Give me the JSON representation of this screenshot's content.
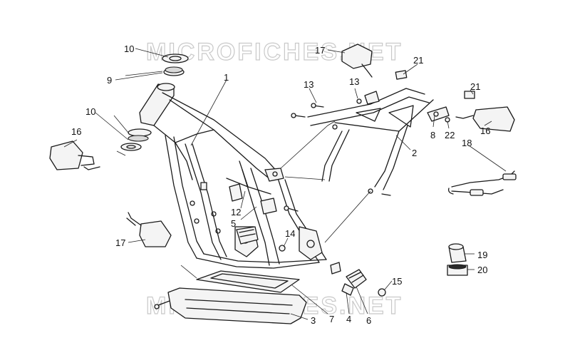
{
  "watermark": "MICROFICHES.NET",
  "callouts": [
    {
      "id": "c10a",
      "label": "10"
    },
    {
      "id": "c9",
      "label": "9"
    },
    {
      "id": "c10b",
      "label": "10"
    },
    {
      "id": "c16a",
      "label": "16"
    },
    {
      "id": "c1",
      "label": "1"
    },
    {
      "id": "c17a",
      "label": "17"
    },
    {
      "id": "c21a",
      "label": "21"
    },
    {
      "id": "c13a",
      "label": "13"
    },
    {
      "id": "c13b",
      "label": "13"
    },
    {
      "id": "c21b",
      "label": "21"
    },
    {
      "id": "c8",
      "label": "8"
    },
    {
      "id": "c22",
      "label": "22"
    },
    {
      "id": "c16b",
      "label": "16"
    },
    {
      "id": "c18",
      "label": "18"
    },
    {
      "id": "c2",
      "label": "2"
    },
    {
      "id": "c12",
      "label": "12"
    },
    {
      "id": "c5",
      "label": "5"
    },
    {
      "id": "c14",
      "label": "14"
    },
    {
      "id": "c17b",
      "label": "17"
    },
    {
      "id": "c19",
      "label": "19"
    },
    {
      "id": "c20",
      "label": "20"
    },
    {
      "id": "c15",
      "label": "15"
    },
    {
      "id": "c3",
      "label": "3"
    },
    {
      "id": "c7",
      "label": "7"
    },
    {
      "id": "c4",
      "label": "4"
    },
    {
      "id": "c6",
      "label": "6"
    }
  ]
}
